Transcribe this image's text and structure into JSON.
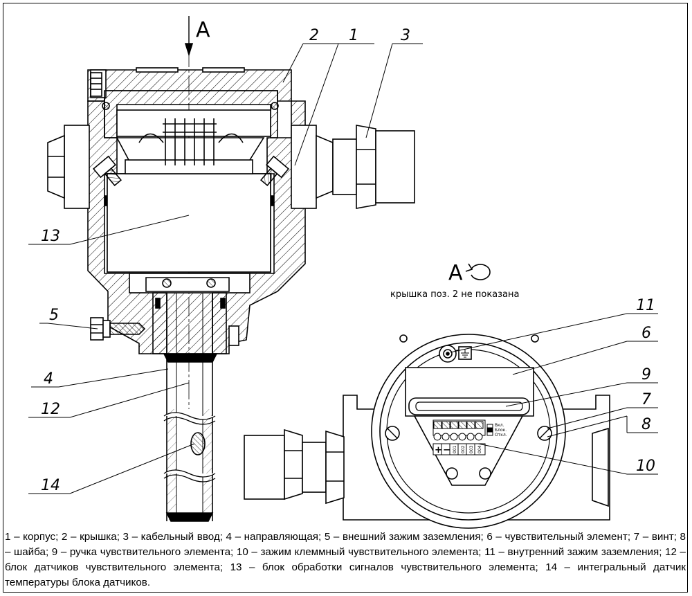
{
  "view": {
    "label": "A",
    "title": "A",
    "subtitle": "крышка поз. 2 не показана"
  },
  "callouts": {
    "c1": "1",
    "c2": "2",
    "c3": "3",
    "c4": "4",
    "c5": "5",
    "c6": "6",
    "c7": "7",
    "c8": "8",
    "c9": "9",
    "c10": "10",
    "c11": "11",
    "c12": "12",
    "c13": "13",
    "c14": "14"
  },
  "terminal_labels": {
    "plus": "+",
    "minus": "−",
    "t1": "001",
    "t2": "002",
    "t3": "003",
    "t4": "004"
  },
  "switch_labels": {
    "on": "Вкл.",
    "block": "Блок.",
    "off": "Откл."
  },
  "legend": "1 – корпус; 2 – крышка; 3 – кабельный ввод; 4 – направляющая; 5 – внешний зажим заземления; 6 – чувствительный элемент; 7 – винт; 8 – шайба; 9 – ручка чувствительного элемента; 10 – зажим клеммный чувствительного элемента; 11 – внутренний зажим заземления; 12 – блок датчиков чувствительного элемента; 13 – блок обработки сигналов чувствительного элемента; 14 – интегральный датчик температуры блока датчиков."
}
